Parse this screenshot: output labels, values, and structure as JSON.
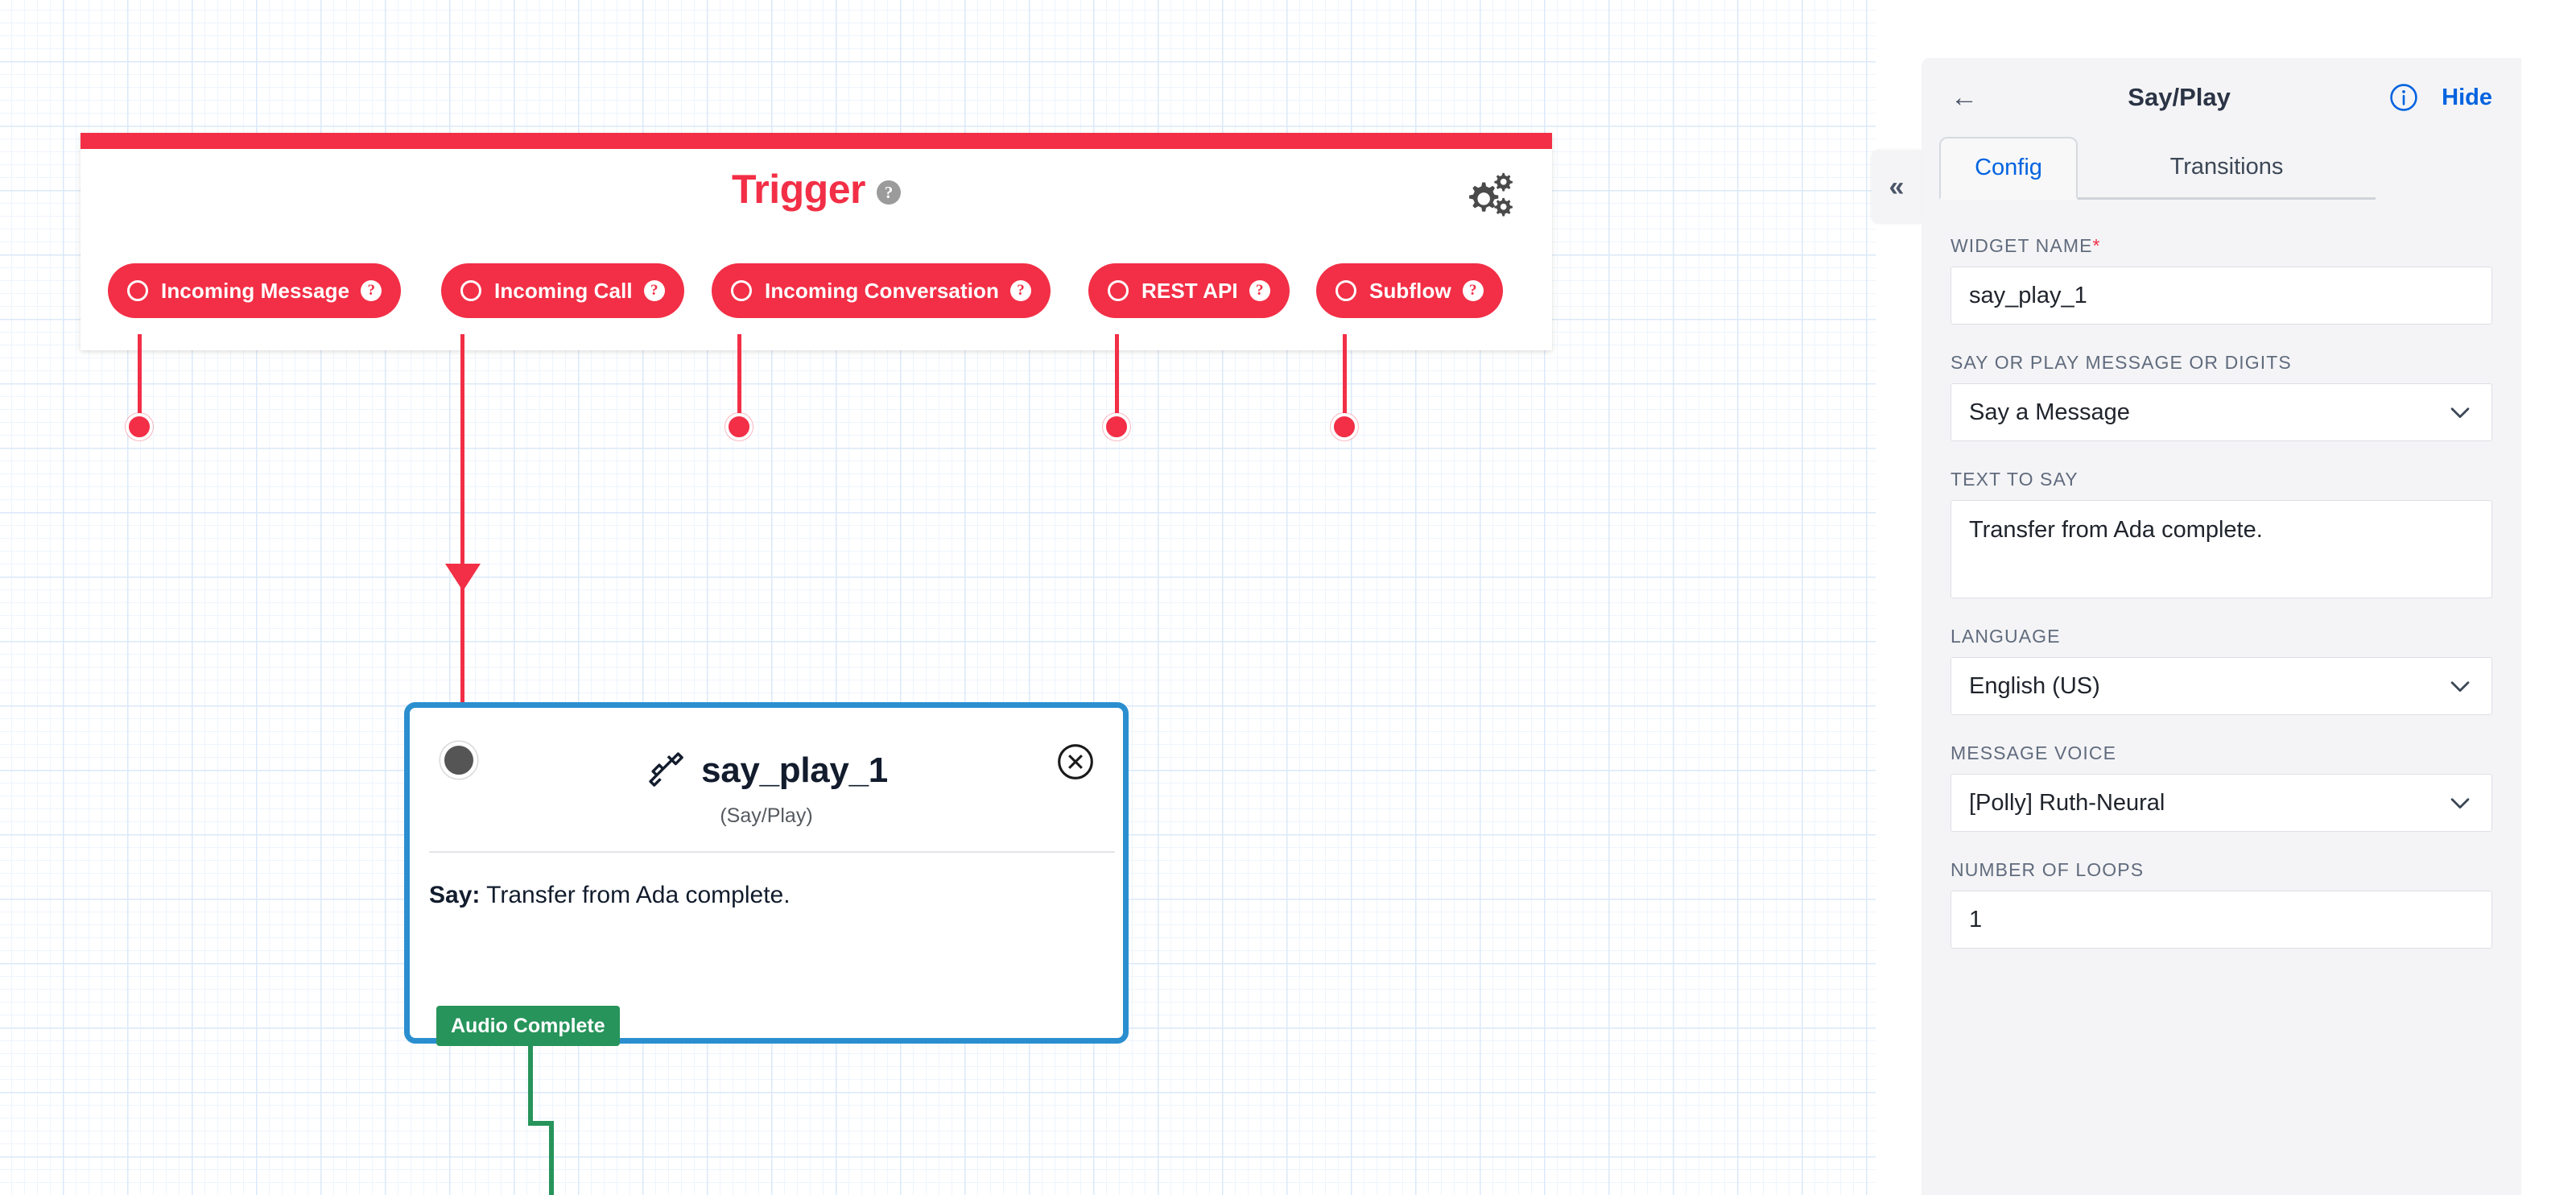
{
  "trigger_panel": {
    "title": "Trigger",
    "help_glyph": "?",
    "gear_icon": "gears-icon",
    "pills": [
      {
        "label": "Incoming Message",
        "help": "?"
      },
      {
        "label": "Incoming Call",
        "help": "?"
      },
      {
        "label": "Incoming Conversation",
        "help": "?"
      },
      {
        "label": "REST API",
        "help": "?"
      },
      {
        "label": "Subflow",
        "help": "?"
      }
    ]
  },
  "widget_card": {
    "title": "say_play_1",
    "subtitle": "(Say/Play)",
    "phone_icon": "phone-handset-icon",
    "close_icon": "close-circle-icon",
    "body_label": "Say:",
    "body_text": "Transfer from Ada complete.",
    "transition_chip": "Audio Complete"
  },
  "collapse_tab": {
    "glyph": "«"
  },
  "panel": {
    "back_glyph": "←",
    "title": "Say/Play",
    "info_icon": "info-circle-icon",
    "hide_label": "Hide",
    "tabs": [
      {
        "label": "Config",
        "active": true
      },
      {
        "label": "Transitions",
        "active": false
      }
    ],
    "fields": {
      "widget_name": {
        "label": "WIDGET NAME",
        "required_marker": "*",
        "value": "say_play_1"
      },
      "say_or_play": {
        "label": "SAY OR PLAY MESSAGE OR DIGITS",
        "value": "Say a Message",
        "chevron": "⌄"
      },
      "text_to_say": {
        "label": "TEXT TO SAY",
        "value": "Transfer from Ada complete."
      },
      "language": {
        "label": "LANGUAGE",
        "value": "English (US)",
        "chevron": "⌄"
      },
      "message_voice": {
        "label": "MESSAGE VOICE",
        "value": "[Polly] Ruth-Neural",
        "chevron": "⌄"
      },
      "number_of_loops": {
        "label": "NUMBER OF LOOPS",
        "value": "1"
      }
    }
  },
  "colors": {
    "trigger_red": "#f22f46",
    "widget_border_blue": "#2b8fcf",
    "transition_green": "#27945b",
    "link_blue": "#0263e0",
    "panel_bg": "#f4f4f6",
    "grid_line": "#dbe9f8"
  }
}
